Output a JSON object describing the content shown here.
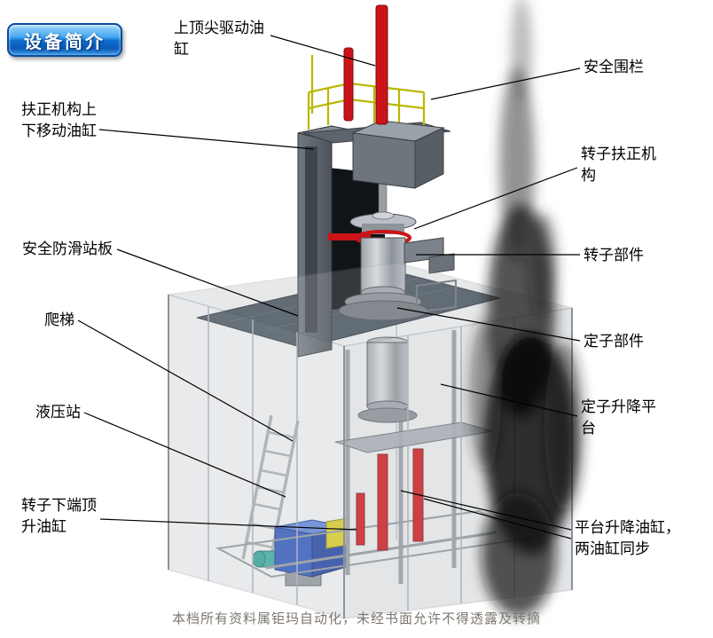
{
  "badge": {
    "label": "设备简介"
  },
  "labels": {
    "top_spindle_cylinder": "上顶尖驱动油\n缸",
    "safety_fence": "安全围栏",
    "centering_move_cylinder": "扶正机构上\n下移动油缸",
    "rotor_centering_mechanism": "转子扶正机\n构",
    "anti_slip_platform": "安全防滑站板",
    "rotor_part": "转子部件",
    "ladder": "爬梯",
    "stator_part": "定子部件",
    "hydraulic_station": "液压站",
    "stator_lift_platform": "定子升降平\n台",
    "rotor_bottom_jack_cylinder": "转子下端顶\n升油缸",
    "platform_lift_cylinders": "平台升降油缸，\n两油缸同步"
  },
  "footer": {
    "watermark": "本档所有资料属钜玛自动化，未经书面允许不得透露及转摘"
  },
  "colors": {
    "badge_blue": "#0c6fd0",
    "cylinder_red": "#cc1418",
    "railing_yellow": "#b8b800",
    "hydraulic_blue": "#2a52b8",
    "frame_gray": "#646b72",
    "leader_line": "#000000"
  }
}
